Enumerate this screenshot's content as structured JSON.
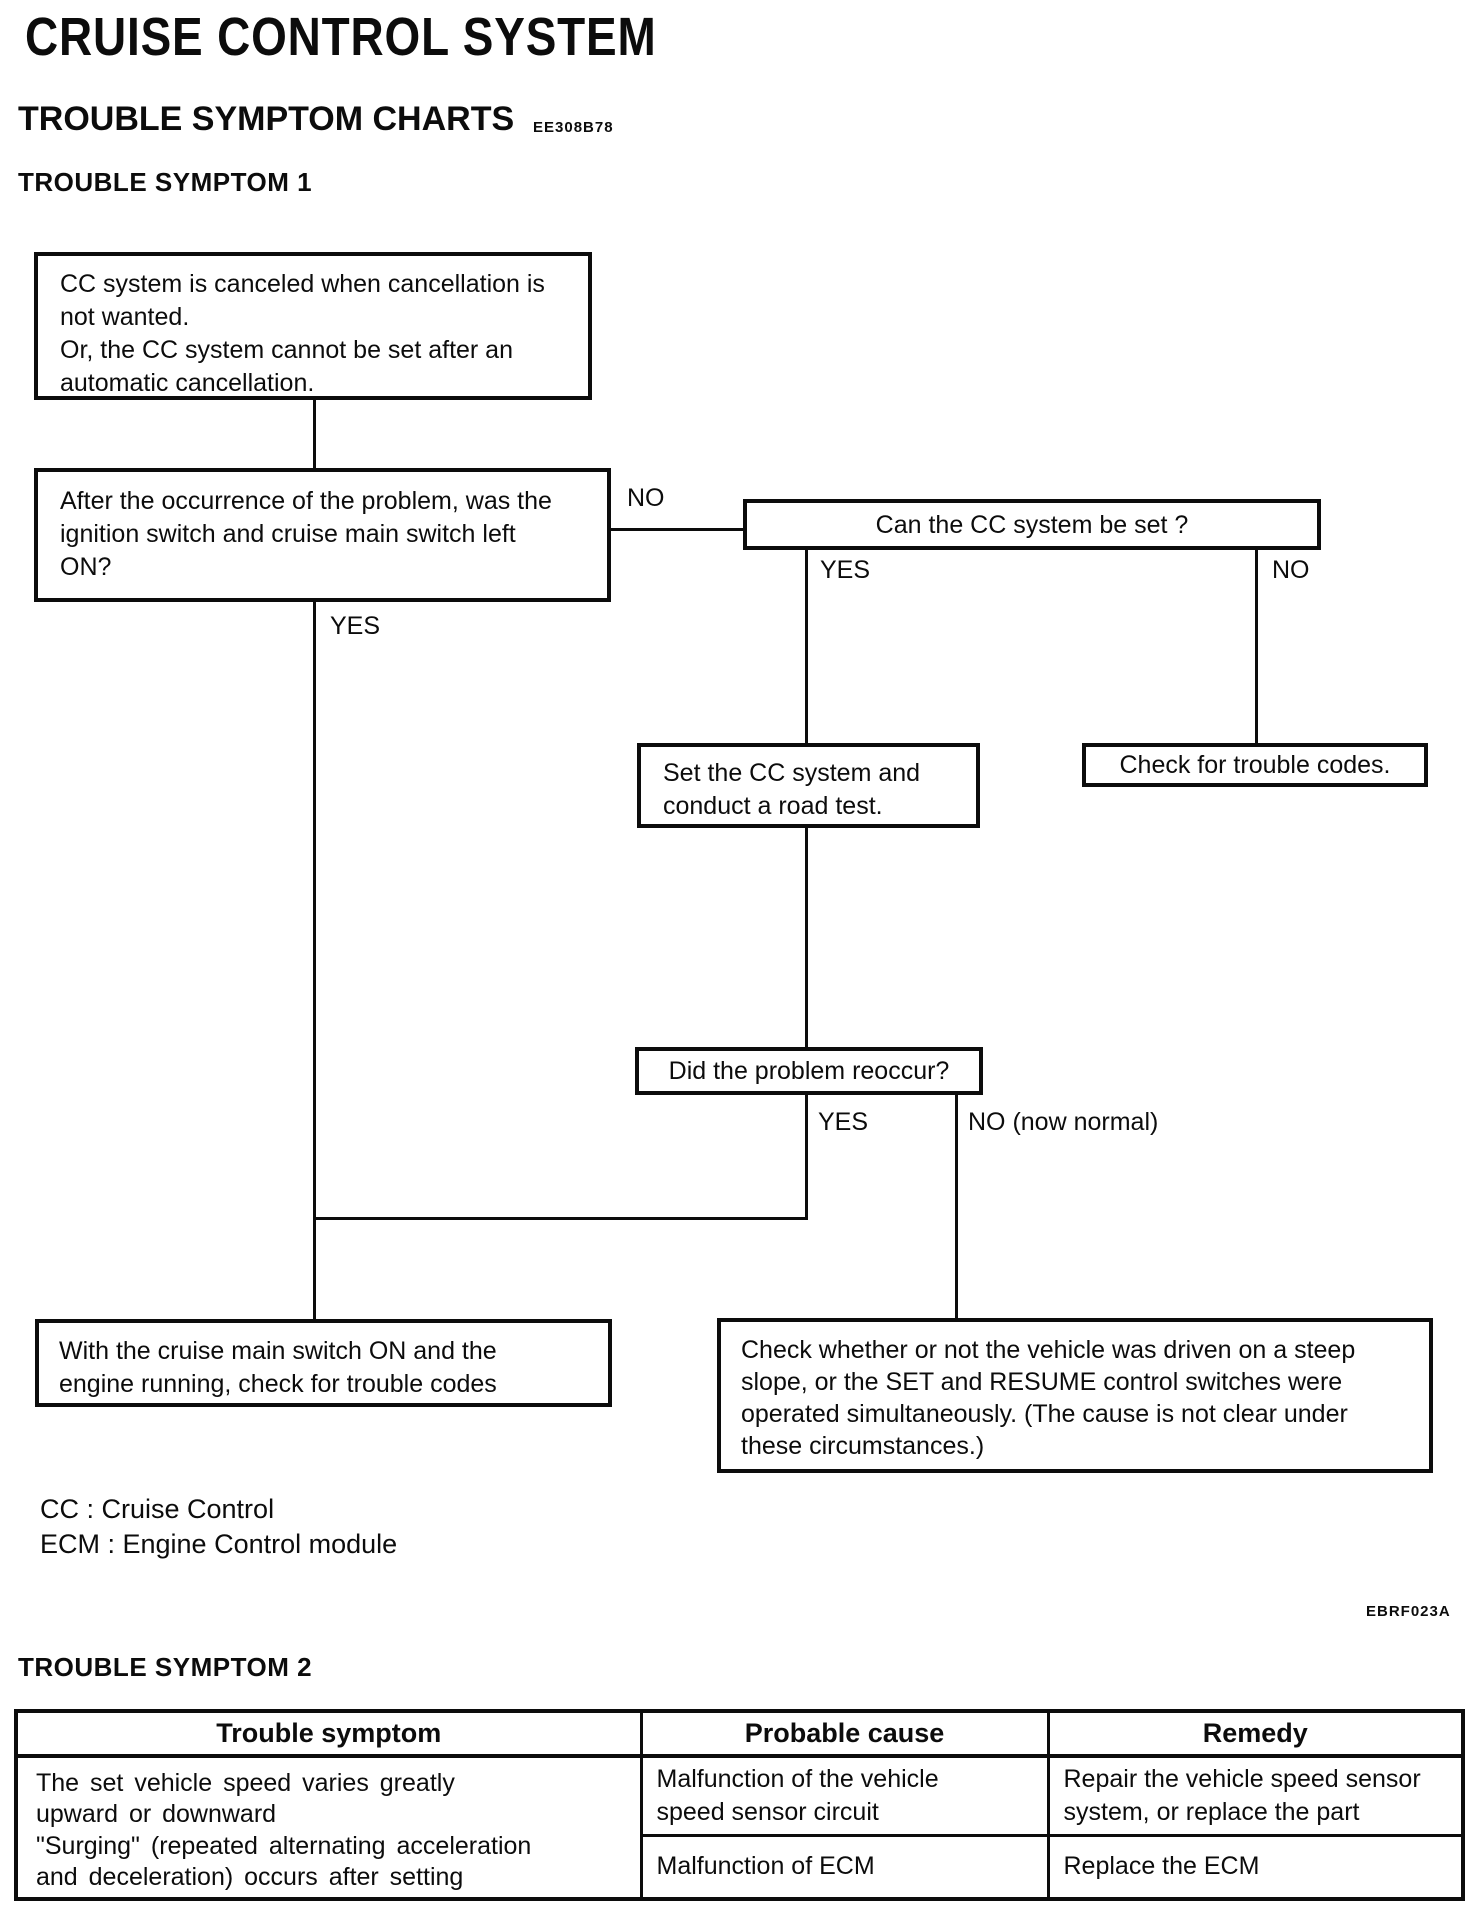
{
  "page": {
    "title": "CRUISE CONTROL SYSTEM",
    "section_heading": "TROUBLE SYMPTOM CHARTS",
    "section_code": "EE308B78",
    "subsection1": "TROUBLE SYMPTOM 1",
    "subsection2": "TROUBLE SYMPTOM 2",
    "figure_code": "EBRF023A"
  },
  "flowchart": {
    "boxes": {
      "start": "CC system is canceled when cancellation is\nnot wanted.\nOr, the CC system cannot be set after an\nautomatic cancellation.",
      "ignition_question": "After the occurrence of the problem, was the\nignition switch and cruise main switch left\nON?",
      "can_set_question": "Can the CC system be set ?",
      "road_test": "Set the CC system and\nconduct a road test.",
      "check_codes": "Check for trouble codes.",
      "reoccur_question": "Did the problem reoccur?",
      "main_switch_check": "With the cruise main switch ON and the\nengine running, check for trouble codes",
      "steep_slope_check": "Check whether or not the vehicle was driven on a steep\nslope, or the SET and RESUME control switches were\noperated simultaneously. (The cause is not clear under\nthese circumstances.)"
    },
    "labels": {
      "no1": "NO",
      "yes1": "YES",
      "yes2": "YES",
      "no2": "NO",
      "yes3": "YES",
      "no3": "NO (now normal)"
    }
  },
  "legend": {
    "cc": "CC : Cruise Control",
    "ecm": "ECM : Engine Control module"
  },
  "table": {
    "headers": [
      "Trouble symptom",
      "Probable cause",
      "Remedy"
    ],
    "symptom": "The set vehicle speed varies greatly\nupward or downward\n\"Surging\" (repeated alternating acceleration\nand deceleration) occurs after setting",
    "rows": [
      {
        "cause": "Malfunction of the vehicle\nspeed sensor circuit",
        "remedy": "Repair the vehicle speed sensor\nsystem, or replace the part"
      },
      {
        "cause": "Malfunction of ECM",
        "remedy": "Replace the ECM"
      }
    ]
  }
}
